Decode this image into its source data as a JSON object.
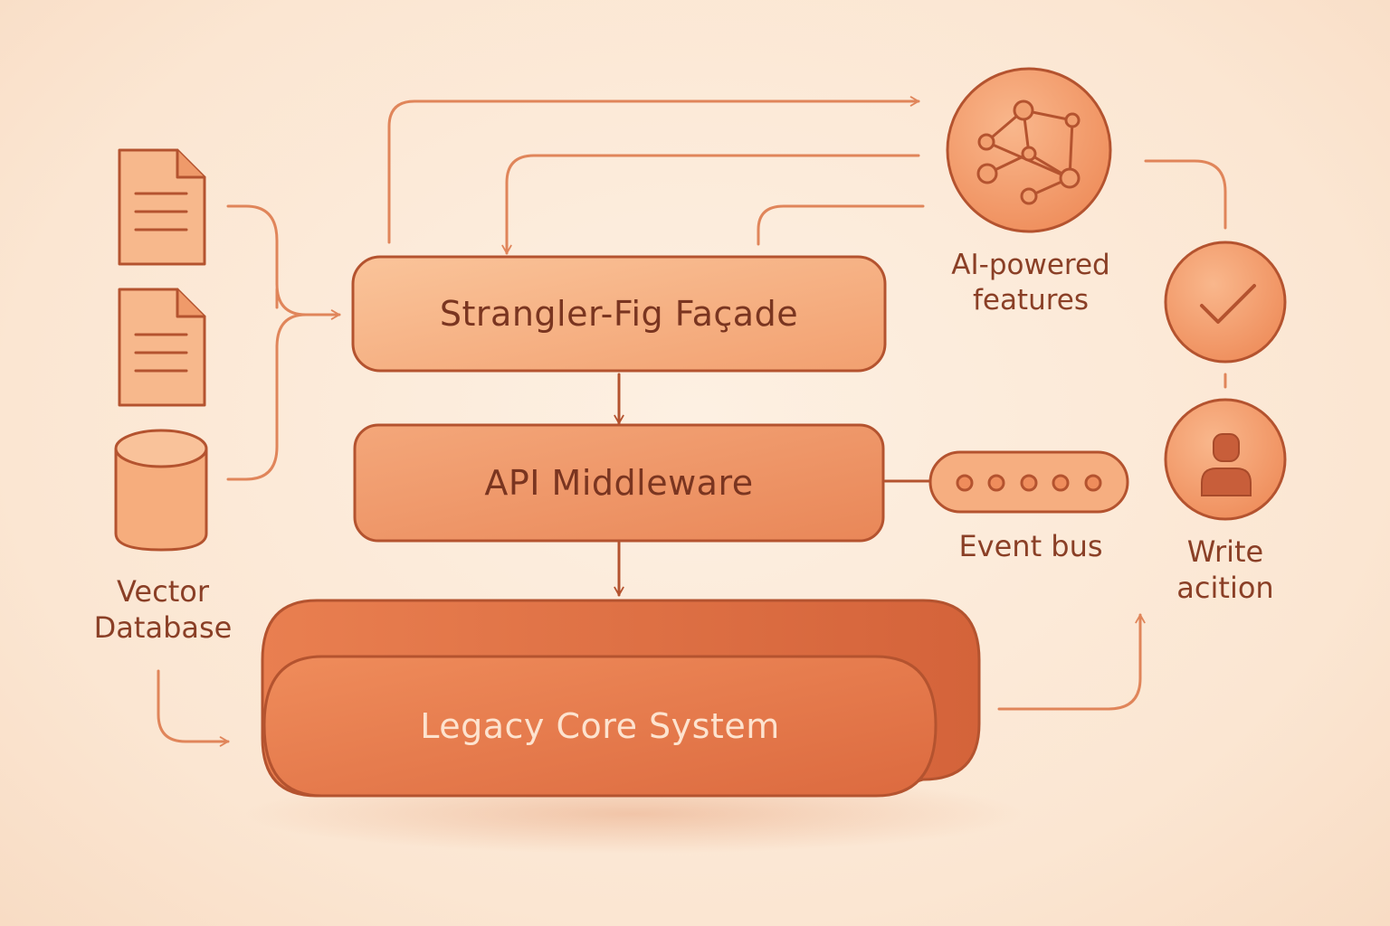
{
  "nodes": {
    "facade": {
      "label": "Strangler-Fig Façade"
    },
    "middleware": {
      "label": "API Middleware"
    },
    "legacy": {
      "label": "Legacy Core System"
    },
    "vector_db": {
      "label_line1": "Vector",
      "label_line2": "Database"
    },
    "ai": {
      "label_line1": "AI-powered",
      "label_line2": "features"
    },
    "event_bus": {
      "label": "Event bus"
    },
    "write_action": {
      "label_line1": "Write",
      "label_line2": "acition"
    }
  },
  "colors": {
    "stroke": "#b4532f",
    "arrow": "#e0855a",
    "box_light": "#f6b384",
    "box_mid": "#ee9563",
    "box_dark": "#e27447",
    "text": "#7a3520"
  },
  "icons": [
    "document-icon",
    "document-icon",
    "cylinder-database-icon",
    "neural-network-icon",
    "checkmark-icon",
    "user-icon"
  ]
}
